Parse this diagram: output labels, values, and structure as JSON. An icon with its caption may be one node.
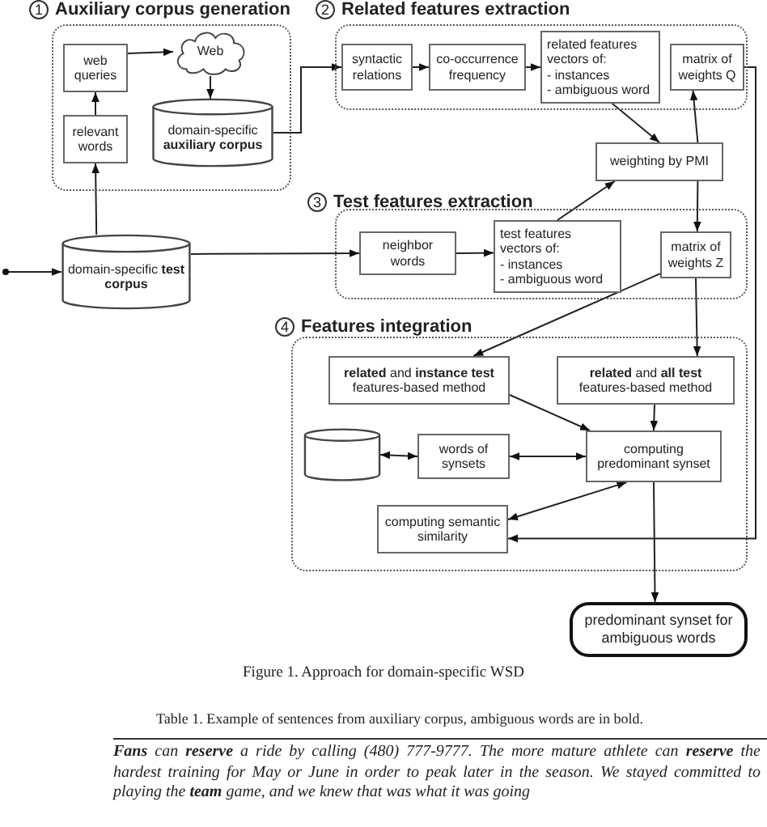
{
  "diagram": {
    "caption": "Figure 1. Approach for domain-specific WSD",
    "nodes": [
      {
        "text": [
          "1",
          "Auxiliary corpus generation"
        ]
      },
      {
        "text": [
          "web queries"
        ],
        "in": 0
      },
      {
        "text": [
          "Web"
        ],
        "in": 0
      },
      {
        "text": [
          "relevant words"
        ],
        "in": 0
      },
      {
        "text": [
          "domain-specific **auxiliary corpus**"
        ],
        "in": 0
      },
      {
        "text": [
          "2",
          "Related features extraction"
        ]
      },
      {
        "text": [
          "syntactic relations"
        ],
        "in": 5
      },
      {
        "text": [
          "co-occurrence frequency"
        ],
        "in": 5
      },
      {
        "text": [
          "related features vectors of:",
          "- instances",
          "- ambiguous word"
        ],
        "in": 5
      },
      {
        "text": [
          "matrix of weights Q"
        ],
        "in": 5
      },
      {
        "text": [
          "weighting by PMI"
        ]
      },
      {
        "text": [
          "domain-specific **test corpus**"
        ]
      },
      {
        "text": [
          "3",
          "Test features extraction"
        ]
      },
      {
        "text": [
          "neighbor words"
        ],
        "in": 12
      },
      {
        "text": [
          "test features vectors of:",
          "- instances",
          "- ambiguous word"
        ],
        "in": 12
      },
      {
        "text": [
          "matrix of weights Z"
        ],
        "in": 12
      },
      {
        "text": [
          "4",
          "Features integration"
        ]
      },
      {
        "text": [
          "**related** and **instance test** features-based method"
        ],
        "in": 16
      },
      {
        "text": [
          "**related** and **all test** features-based method"
        ],
        "in": 16
      },
      {
        "text": [],
        "shape": "cylinder",
        "in": 16
      },
      {
        "text": [
          "words of synsets"
        ],
        "in": 16
      },
      {
        "text": [
          "computing predominant synset"
        ],
        "in": 16
      },
      {
        "text": [
          "computing semantic similarity"
        ],
        "in": 16
      },
      {
        "text": [
          "predominant synset for ambiguous words"
        ]
      }
    ],
    "edges": [
      {
        "from": null,
        "to": 11,
        "arrow": "to"
      },
      {
        "from": 11,
        "to": 3,
        "arrow": "to"
      },
      {
        "from": 3,
        "to": 1,
        "arrow": "to"
      },
      {
        "from": 1,
        "to": 2,
        "arrow": "to"
      },
      {
        "from": 2,
        "to": 4,
        "arrow": "to"
      },
      {
        "from": 4,
        "to": 6,
        "arrow": "to"
      },
      {
        "from": 6,
        "to": 7,
        "arrow": "to"
      },
      {
        "from": 7,
        "to": 8,
        "arrow": "to"
      },
      {
        "from": 8,
        "to": 10,
        "arrow": "to"
      },
      {
        "from": 10,
        "to": 9,
        "arrow": "to"
      },
      {
        "from": 10,
        "to": 15,
        "arrow": "to"
      },
      {
        "from": 11,
        "to": 13,
        "arrow": "to"
      },
      {
        "from": 13,
        "to": 14,
        "arrow": "to"
      },
      {
        "from": 14,
        "to": 10,
        "arrow": "to"
      },
      {
        "from": 15,
        "to": 17,
        "arrow": "to"
      },
      {
        "from": 15,
        "to": 18,
        "arrow": "to"
      },
      {
        "from": 9,
        "to": 22,
        "arrow": "to"
      },
      {
        "from": 17,
        "to": 21,
        "arrow": "to"
      },
      {
        "from": 18,
        "to": 21,
        "arrow": "to"
      },
      {
        "from": 19,
        "to": 20,
        "arrow": "both"
      },
      {
        "from": 20,
        "to": 21,
        "arrow": "both"
      },
      {
        "from": 21,
        "to": 22,
        "arrow": "both"
      },
      {
        "from": 21,
        "to": 23,
        "arrow": "to"
      }
    ],
    "labels": [
      "Table 1. Example of sentences from auxiliary corpus, ambiguous words are in bold.",
      "**Fans** can **reserve** a ride by calling (480) 777-9777. The more mature athlete can **reserve** the hardest training for May or June in order to peak later in the season. We stayed committed to playing the **team** game, and we knew that was what it was going"
    ]
  }
}
